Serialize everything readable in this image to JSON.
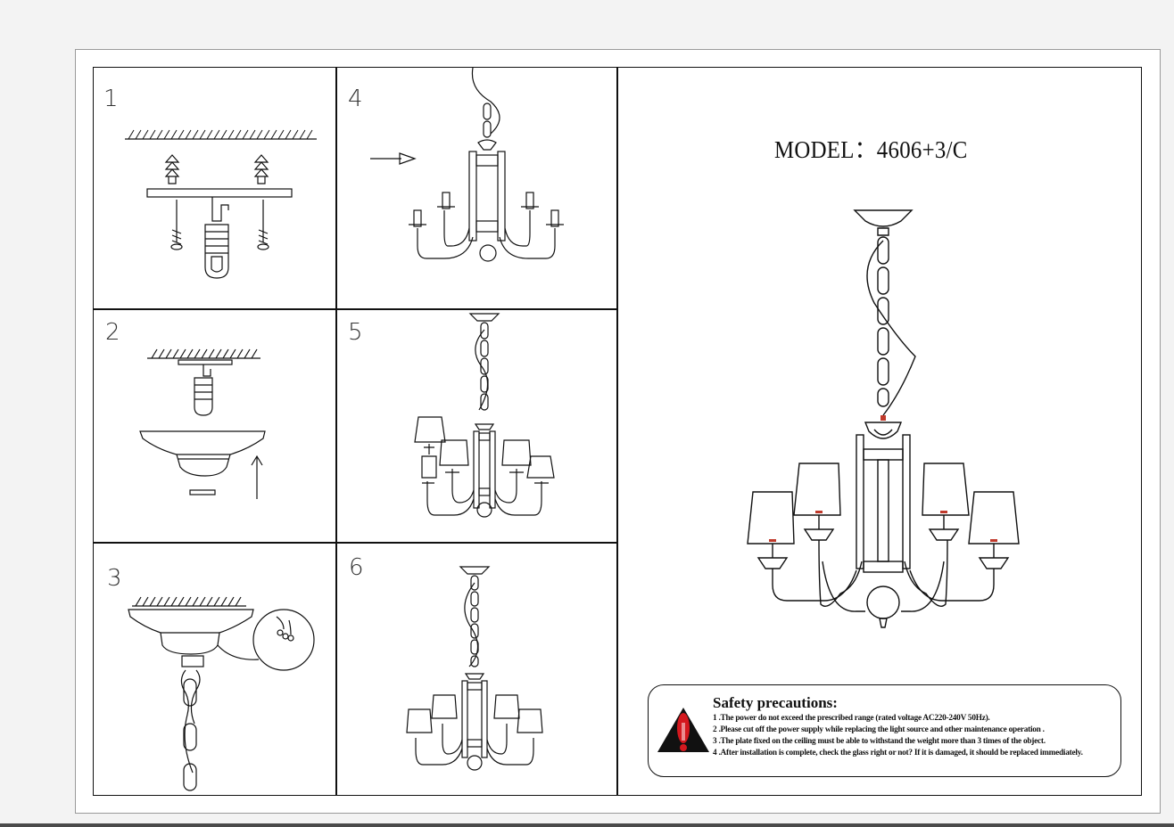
{
  "steps": [
    "1",
    "2",
    "3",
    "4",
    "5",
    "6"
  ],
  "model_label": "MODEL：4606+3/C",
  "safety": {
    "title": "Safety precautions:",
    "warning_icon": "exclamation-triangle-icon",
    "rules": [
      "1 .The power do not exceed  the prescribed range (rated voltage AC220-240V 50Hz).",
      "2 .Please cut off the power supply while replacing  the light source and other maintenance operation .",
      "3 .The plate fixed on the ceiling must be able to withstand the weight more than 3 times of the object.",
      "4 .After installation is complete, check the glass right or not? If it is damaged, it should be replaced immediately."
    ]
  },
  "colors": {
    "warning_red": "#d4181e",
    "line": "#111111",
    "bulb_accent": "#c0392b"
  }
}
